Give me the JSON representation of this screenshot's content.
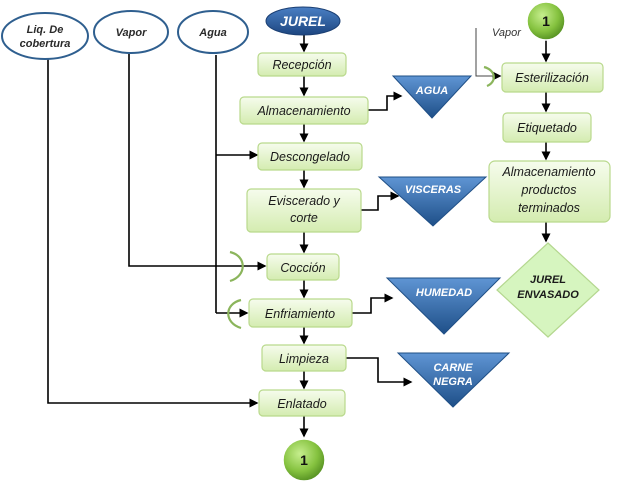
{
  "start": {
    "label": "JUREL"
  },
  "inputs": [
    {
      "id": "liq",
      "lines": [
        "Liq. De",
        "cobertura"
      ]
    },
    {
      "id": "vapor",
      "lines": [
        "Vapor"
      ]
    },
    {
      "id": "agua",
      "lines": [
        "Agua"
      ]
    }
  ],
  "steps": {
    "recepcion": [
      "Recepción"
    ],
    "almacenamiento": [
      "Almacenamiento"
    ],
    "descongelado": [
      "Descongelado"
    ],
    "eviscerado": [
      "Eviscerado y",
      "corte"
    ],
    "coccion": [
      "Cocción"
    ],
    "enfriamiento": [
      "Enfriamiento"
    ],
    "limpieza": [
      "Limpieza"
    ],
    "enlatado": [
      "Enlatado"
    ],
    "esterilizacion": [
      "Esterilización"
    ],
    "etiquetado": [
      "Etiquetado"
    ],
    "almacenamiento_pt": [
      "Almacenamiento",
      "productos",
      "terminados"
    ]
  },
  "outputs": {
    "agua": [
      "AGUA"
    ],
    "visceras": [
      "VISCERAS"
    ],
    "humedad": [
      "HUMEDAD"
    ],
    "carne_negra": [
      "CARNE",
      "NEGRA"
    ]
  },
  "connectors": {
    "bottom": "1",
    "top": "1"
  },
  "side_input": {
    "label": "Vapor"
  },
  "final": {
    "lines": [
      "JUREL",
      "ENVASADO"
    ]
  },
  "colors": {
    "step_fill_light": "#f4fbe9",
    "step_fill_dark": "#d4ecb0",
    "input_stroke": "#2f5f8f",
    "output_light": "#5a8fcf",
    "output_dark": "#1f4f86",
    "connector_green": "#7fba3a",
    "final_fill": "#d6f5bf"
  }
}
